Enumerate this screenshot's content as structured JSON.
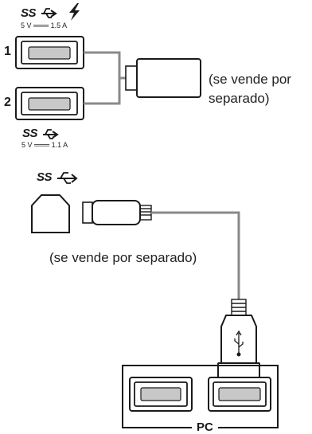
{
  "top": {
    "logo": "SS",
    "port1": {
      "number": "1",
      "spec": "5 V ═══ 1.5 A"
    },
    "port2": {
      "number": "2",
      "spec": "5 V ═══ 1.1 A"
    },
    "note_line1": "(se vende por",
    "note_line2": "separado)"
  },
  "bottom": {
    "logo": "SS",
    "note": "(se vende por separado)",
    "pc_label": "PC"
  },
  "icons": [
    "usb-icon",
    "lightning-icon",
    "usb-stick-icon",
    "usb-b-connector-icon",
    "usb-plug-icon"
  ]
}
